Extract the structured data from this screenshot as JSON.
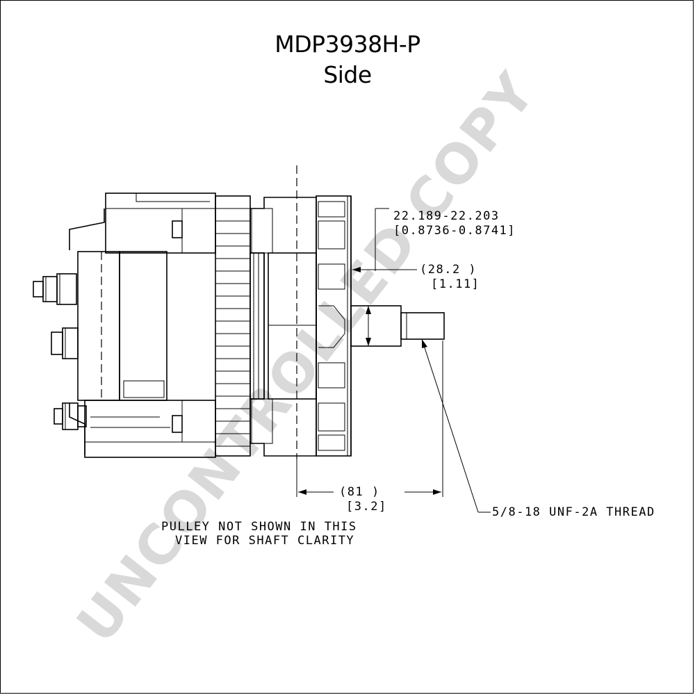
{
  "drawing": {
    "title": "MDP3938H-P",
    "subtitle": "Side",
    "watermark": "UNCONTROLLED COPY"
  },
  "dimensions": {
    "shaft_diameter_mm": "22.189-22.203",
    "shaft_diameter_in": "[0.8736-0.8741]",
    "shaft_length_mm": "(28.2  )",
    "shaft_length_in": "[1.11]",
    "overall_mm": "(81    )",
    "overall_in": "[3.2]",
    "thread_callout": "5/8-18 UNF-2A THREAD"
  },
  "notes": {
    "line1": "PULLEY NOT SHOWN IN THIS",
    "line2": "VIEW FOR SHAFT CLARITY"
  }
}
